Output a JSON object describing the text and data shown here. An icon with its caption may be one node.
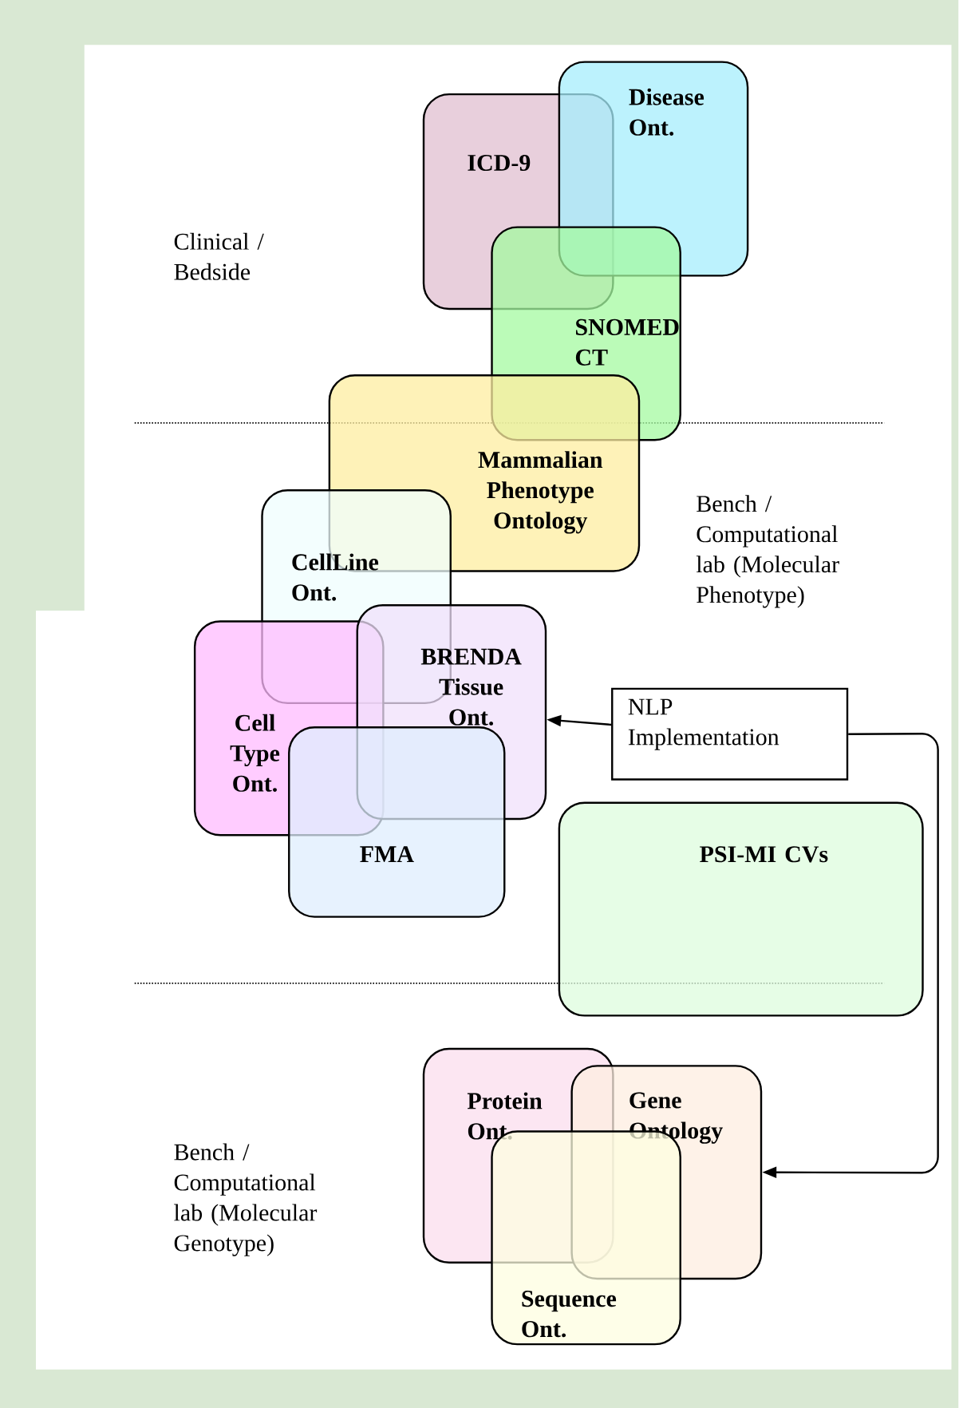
{
  "diagram": {
    "nodes": [
      {
        "text": [
          "ICD-9"
        ]
      },
      {
        "text": [
          "Disease Ont."
        ]
      },
      {
        "text": [
          "SNOMED CT"
        ]
      },
      {
        "text": [
          "Mammalian Phenotype Ontology"
        ]
      },
      {
        "text": [
          "CellLine Ont."
        ]
      },
      {
        "text": [
          "Cell Type Ont."
        ]
      },
      {
        "text": [
          "BRENDA Tissue Ont."
        ]
      },
      {
        "text": [
          "FMA"
        ]
      },
      {
        "text": [
          "NLP Implementation"
        ]
      },
      {
        "text": [
          "PSI-MI CVs"
        ]
      },
      {
        "text": [
          "Protein Ont."
        ]
      },
      {
        "text": [
          "Gene Ontology"
        ]
      },
      {
        "text": [
          "Sequence Ont."
        ]
      }
    ],
    "edges": [
      {
        "from": 8,
        "to": 6,
        "arrow": "to"
      },
      {
        "from": 8,
        "to": 11,
        "arrow": "to"
      }
    ],
    "labels": [
      "Clinical / Bedside",
      "Bench / Computational lab (Molecular Phenotype)",
      "Bench / Computational lab (Molecular Genotype)"
    ]
  }
}
